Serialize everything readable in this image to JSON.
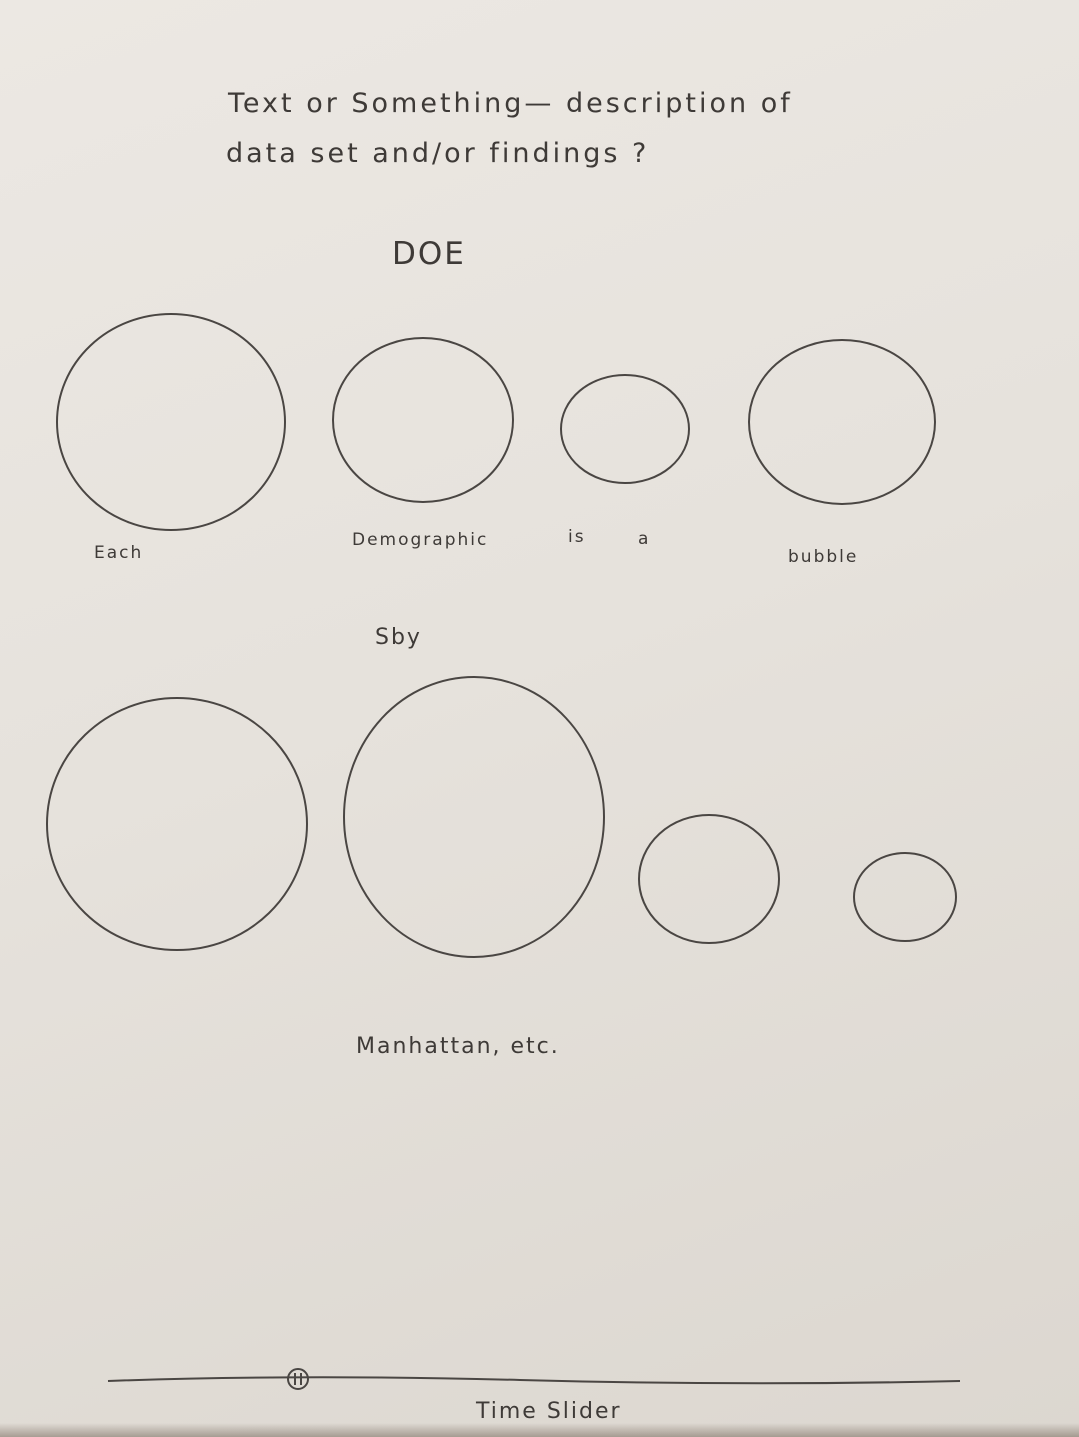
{
  "intro": {
    "line1": "Text  or  Something— description  of",
    "line2": "data  set  and/or  findings ?"
  },
  "groups": [
    {
      "title": "DOE",
      "labels": [
        "Each",
        "Demographic",
        "is",
        "a",
        "bubble"
      ]
    },
    {
      "title": "Sby",
      "footer": "Manhattan, etc."
    }
  ],
  "slider": {
    "label": "Time  Slider"
  }
}
